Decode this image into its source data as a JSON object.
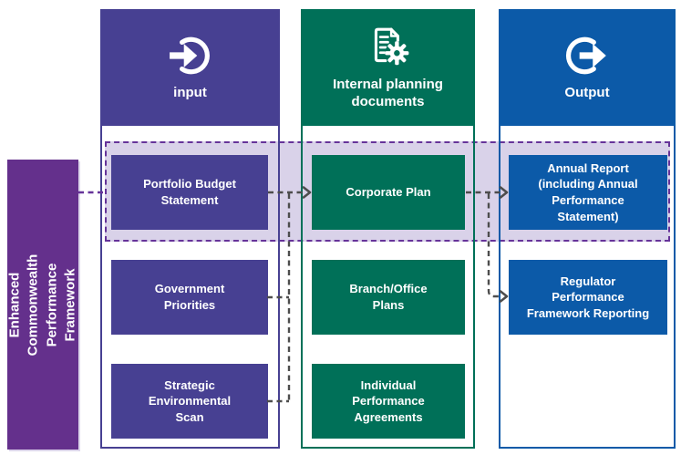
{
  "frame": {
    "label": "Enhanced Commonwealth\nPerformance Framework"
  },
  "columns": [
    {
      "id": "input",
      "header": {
        "label": "input",
        "icon": "input-arrow-icon"
      },
      "boxes": [
        {
          "label": "Portfolio Budget\nStatement"
        },
        {
          "label": "Government\nPriorities"
        },
        {
          "label": "Strategic\nEnvironmental\nScan"
        }
      ]
    },
    {
      "id": "internal-planning-documents",
      "header": {
        "label": "Internal planning\ndocuments",
        "icon": "document-gear-icon"
      },
      "boxes": [
        {
          "label": "Corporate Plan"
        },
        {
          "label": "Branch/Office\nPlans"
        },
        {
          "label": "Individual\nPerformance\nAgreements"
        }
      ]
    },
    {
      "id": "output",
      "header": {
        "label": "Output",
        "icon": "output-arrow-icon"
      },
      "boxes": [
        {
          "label": "Annual Report\n(including Annual\nPerformance\nStatement)"
        },
        {
          "label": "Regulator\nPerformance\nFramework Reporting"
        }
      ]
    }
  ],
  "connections": [
    {
      "from": "Enhanced Commonwealth Performance Framework",
      "to": "emphasis band",
      "style": "purple-dashed"
    },
    {
      "from": "Portfolio Budget Statement",
      "to": "Corporate Plan",
      "style": "gray-dashed-arrow"
    },
    {
      "from": "Government Priorities",
      "to": "Corporate Plan",
      "style": "gray-dashed"
    },
    {
      "from": "Strategic Environmental Scan",
      "to": "Corporate Plan",
      "style": "gray-dashed"
    },
    {
      "from": "Corporate Plan",
      "to": "Annual Report (including Annual Performance Statement)",
      "style": "gray-dashed-arrow"
    },
    {
      "from": "Corporate Plan",
      "to": "Regulator Performance Framework Reporting",
      "style": "gray-dashed-arrow"
    }
  ],
  "colors": {
    "input": "#474092",
    "internal": "#007058",
    "output": "#0c5aa8",
    "frame": "#64308c",
    "band_fill": "#d9d2e9",
    "band_border": "#663399",
    "connector": "#4d4d4d"
  }
}
